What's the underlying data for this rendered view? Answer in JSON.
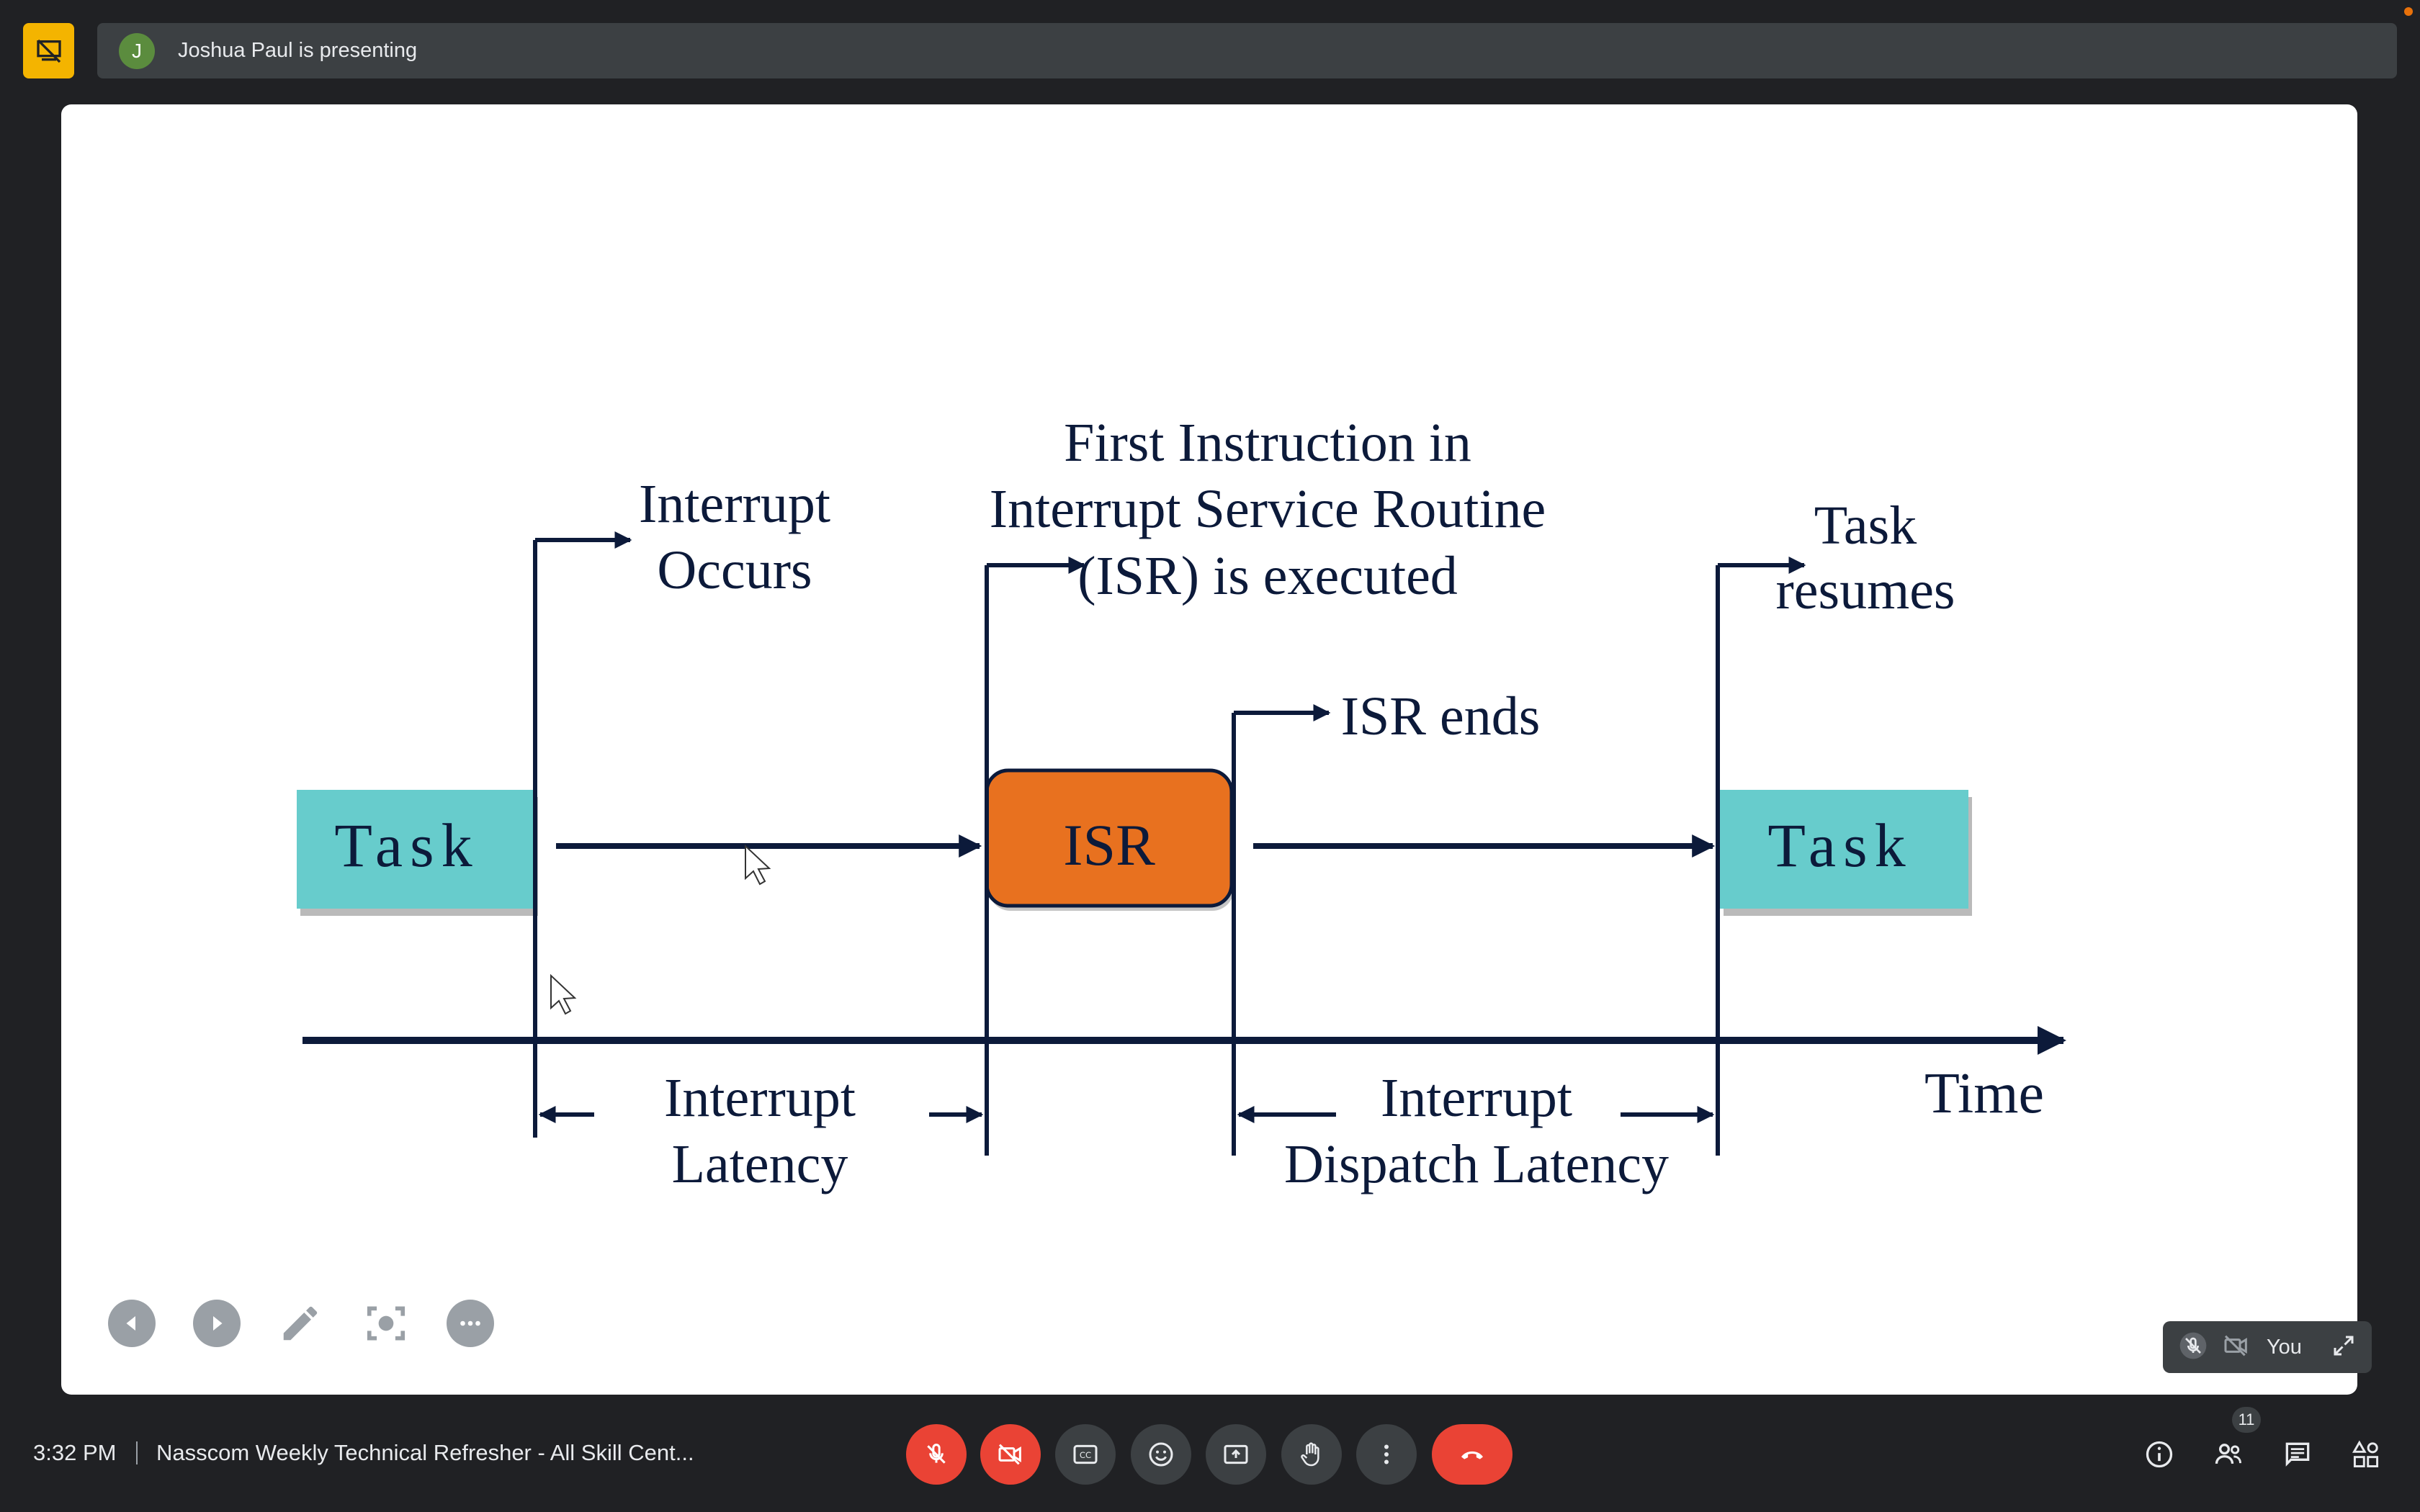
{
  "presenter": {
    "initial": "J",
    "text": "Joshua Paul is presenting"
  },
  "slide": {
    "diagram": {
      "left_task": "Task",
      "isr_box": "ISR",
      "right_task": "Task",
      "interrupt_occurs": [
        "Interrupt",
        "Occurs"
      ],
      "first_instruction": [
        "First Instruction in",
        "Interrupt Service Routine",
        "(ISR) is executed"
      ],
      "isr_ends": "ISR ends",
      "task_resumes": [
        "Task",
        "resumes"
      ],
      "time": "Time",
      "interrupt_latency": [
        "Interrupt",
        "Latency"
      ],
      "dispatch_latency": [
        "Interrupt",
        "Dispatch Latency"
      ]
    },
    "controls": [
      "previous-slide-icon",
      "next-slide-icon",
      "pen-icon",
      "focus-icon",
      "more-options-icon"
    ]
  },
  "self_view": {
    "label": "You"
  },
  "bottom_bar": {
    "time": "3:32 PM",
    "meeting_title": "Nasscom Weekly Technical Refresher - All Skill Cent...",
    "participants_count": "11"
  },
  "colors": {
    "task_box": "#67cccc",
    "isr_box": "#e8711f",
    "diagram_ink": "#0c1a3a",
    "end_call": "#ea4335"
  }
}
